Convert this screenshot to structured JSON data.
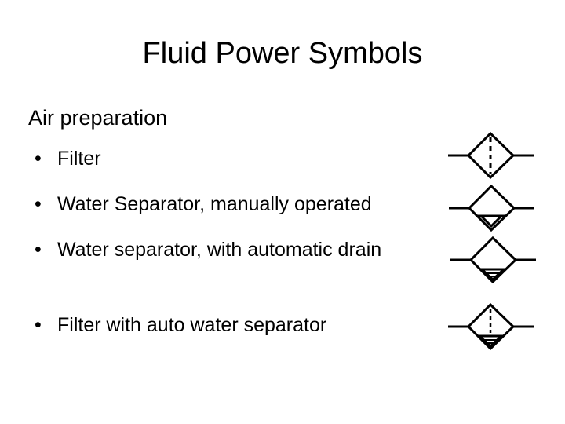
{
  "slide": {
    "title": "Fluid Power Symbols",
    "subtitle": "Air preparation",
    "bullet_char": "•",
    "items": [
      {
        "label": "Filter",
        "symbol": "filter-symbol-icon"
      },
      {
        "label": "Water Separator, manually operated",
        "symbol": "water-separator-manual-symbol-icon"
      },
      {
        "label": "Water separator, with automatic drain",
        "symbol": "water-separator-auto-drain-symbol-icon"
      },
      {
        "label": "Filter with auto water separator",
        "symbol": "filter-auto-water-separator-symbol-icon"
      }
    ]
  }
}
